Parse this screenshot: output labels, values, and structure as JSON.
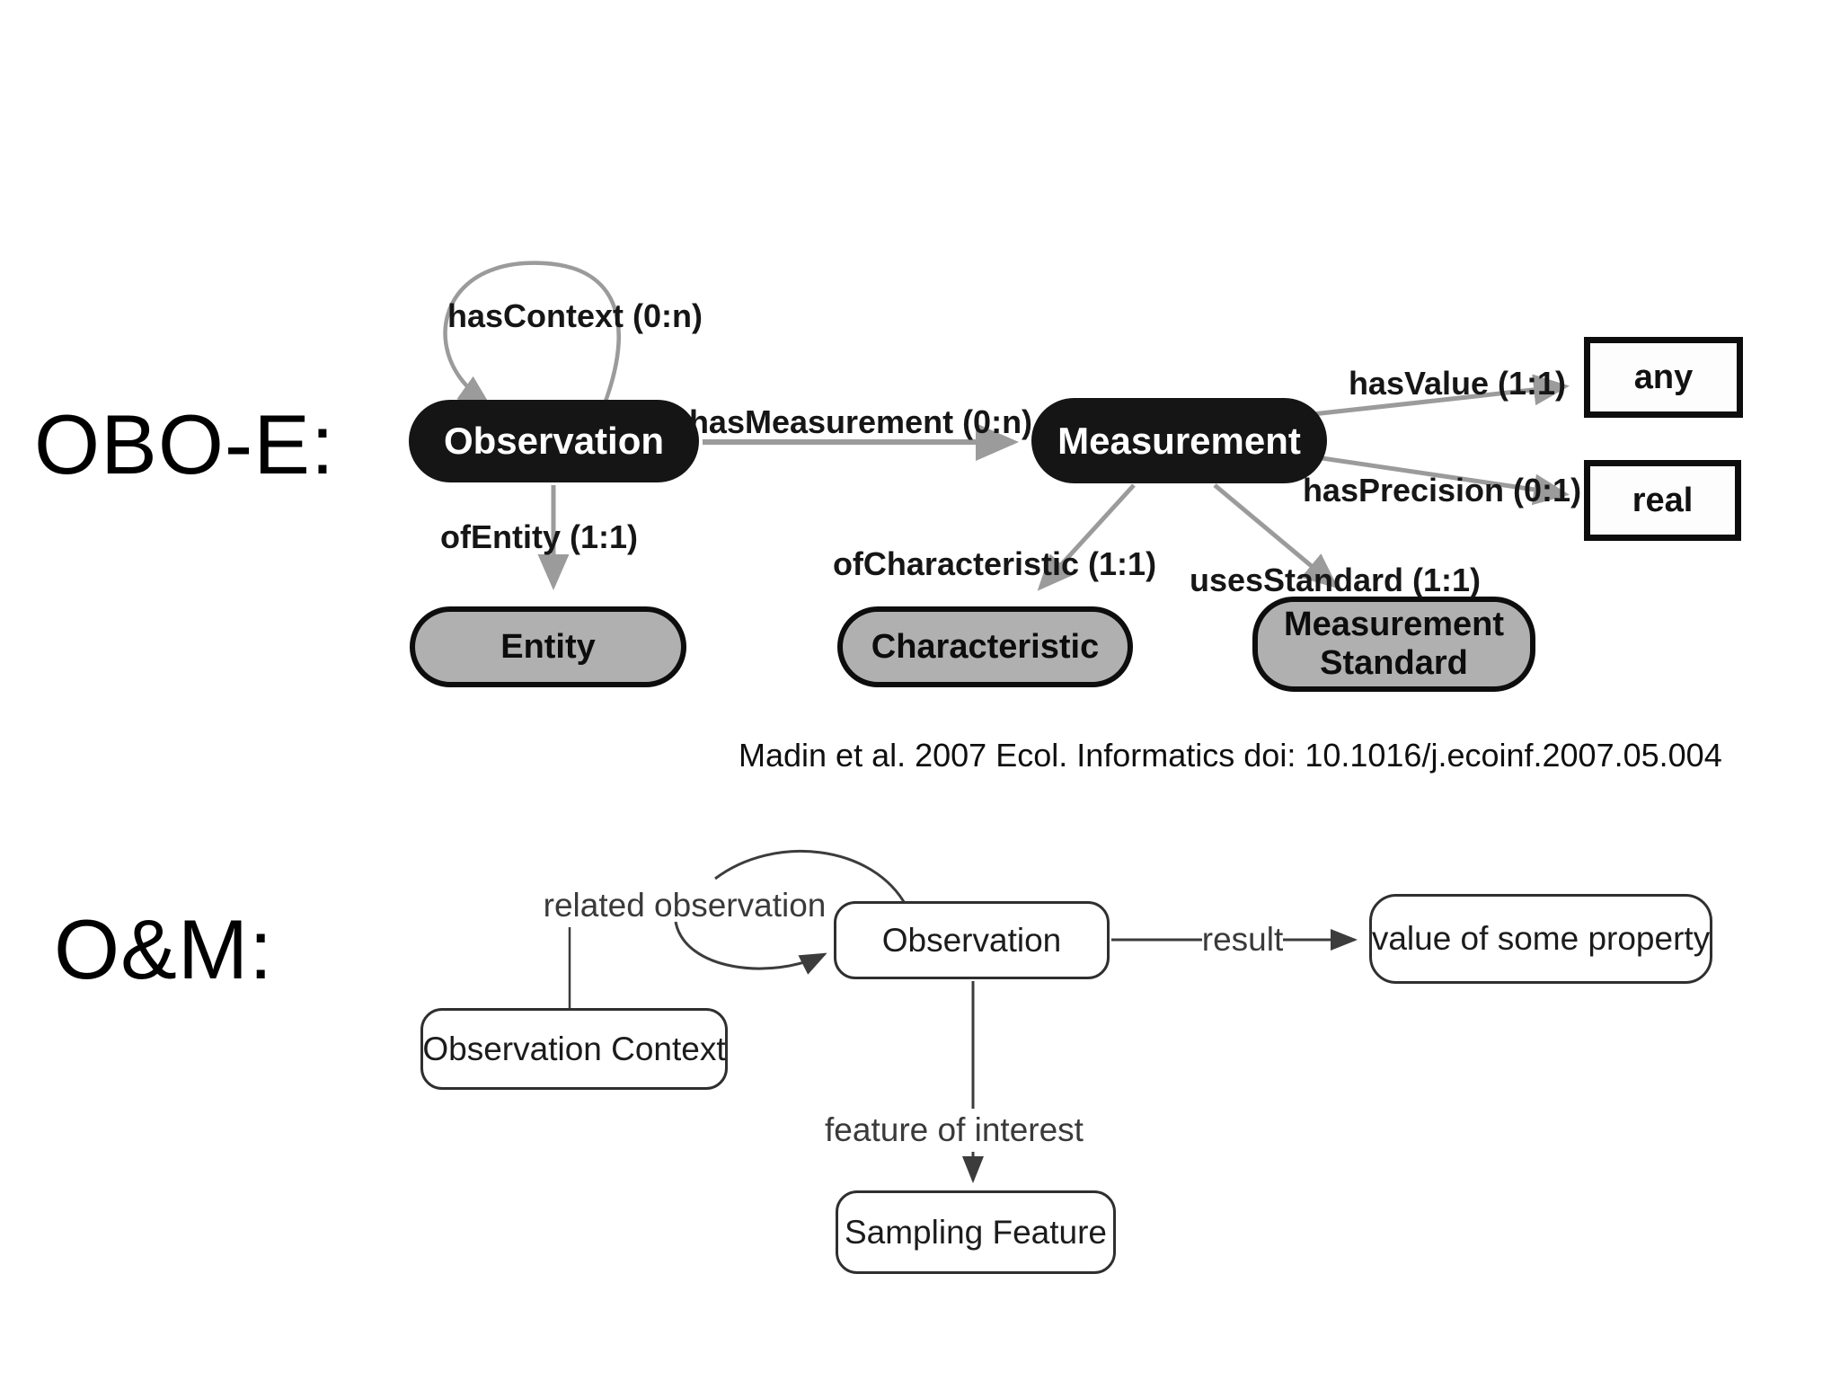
{
  "obo_e": {
    "section_label": "OBO-E:",
    "nodes": {
      "observation": "Observation",
      "measurement": "Measurement",
      "entity": "Entity",
      "characteristic": "Characteristic",
      "measurement_standard": "Measurement Standard",
      "any_type": "any",
      "real_type": "real"
    },
    "edges": {
      "has_context": "hasContext (0:n)",
      "has_measurement": "hasMeasurement (0:n)",
      "of_entity": "ofEntity (1:1)",
      "of_characteristic": "ofCharacteristic (1:1)",
      "uses_standard": "usesStandard (1:1)",
      "has_value": "hasValue (1:1)",
      "has_precision": "hasPrecision (0:1)"
    },
    "citation": "Madin et al. 2007 Ecol. Informatics doi: 10.1016/j.ecoinf.2007.05.004",
    "colors": {
      "class_fill": "#151515",
      "class_text": "#ffffff",
      "instance_fill": "#b0b0b0",
      "datatype_fill": "#fdfdfd",
      "arrow": "#9b9b9b"
    }
  },
  "om": {
    "section_label": "O&M:",
    "nodes": {
      "observation": "Observation",
      "observation_context": "Observation Context",
      "value_of_property": "value of some property",
      "sampling_feature": "Sampling Feature"
    },
    "edges": {
      "related_observation": "related observation",
      "result": "result",
      "feature_of_interest": "feature of interest"
    },
    "colors": {
      "line": "#3c3c3c"
    }
  }
}
